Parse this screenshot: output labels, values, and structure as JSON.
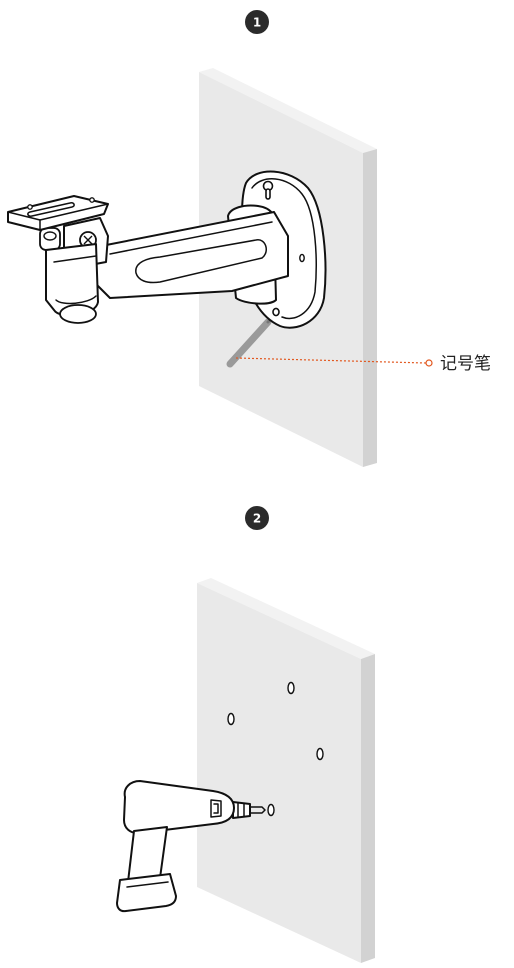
{
  "steps": [
    {
      "number": "1"
    },
    {
      "number": "2"
    }
  ],
  "callout": {
    "label": "记号笔",
    "line_color": "#e2571e"
  },
  "colors": {
    "wall_face": "#e9e9e9",
    "wall_side": "#d2d2d2",
    "wall_top": "#f2f2f2",
    "outline": "#111111",
    "pencil": "#9a9a9a",
    "badge": "#2b2b2b"
  },
  "icons": [
    "camera-bracket-icon",
    "marker-pen-icon",
    "power-drill-icon",
    "drill-hole-icon"
  ]
}
